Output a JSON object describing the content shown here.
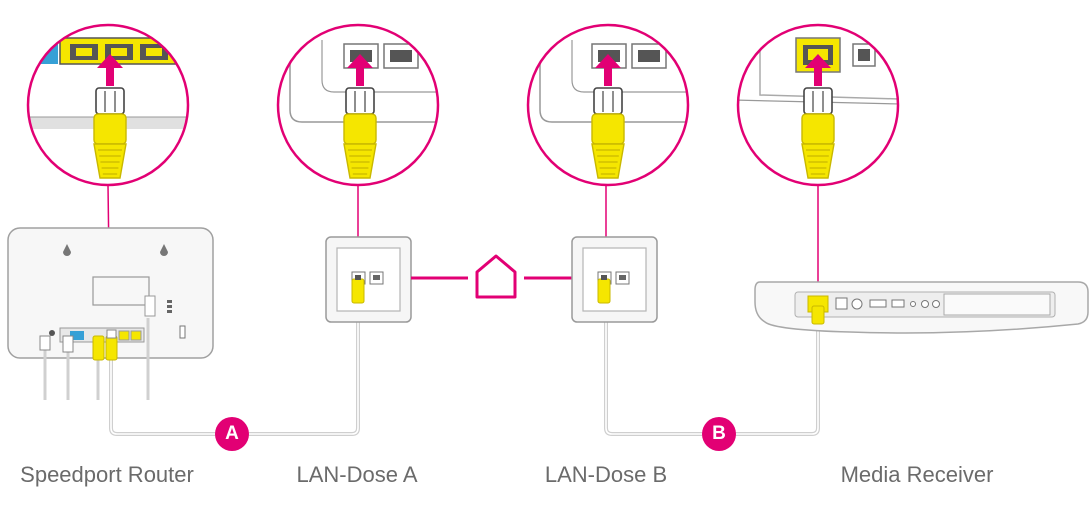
{
  "colors": {
    "accent": "#e20074",
    "plug": "#f5e600",
    "plug_stroke": "#c9b800",
    "outline": "#9a9a9a",
    "device_fill": "#f6f6f6",
    "cable": "#d4d4d4"
  },
  "captions": {
    "router": "Speedport Router",
    "dose_a": "LAN-Dose A",
    "dose_b": "LAN-Dose B",
    "receiver": "Media Receiver"
  },
  "badges": {
    "a": "A",
    "b": "B"
  },
  "icons": {
    "building": "house-icon",
    "zoom": "magnifier-circle",
    "arrow": "arrow-up-icon"
  }
}
